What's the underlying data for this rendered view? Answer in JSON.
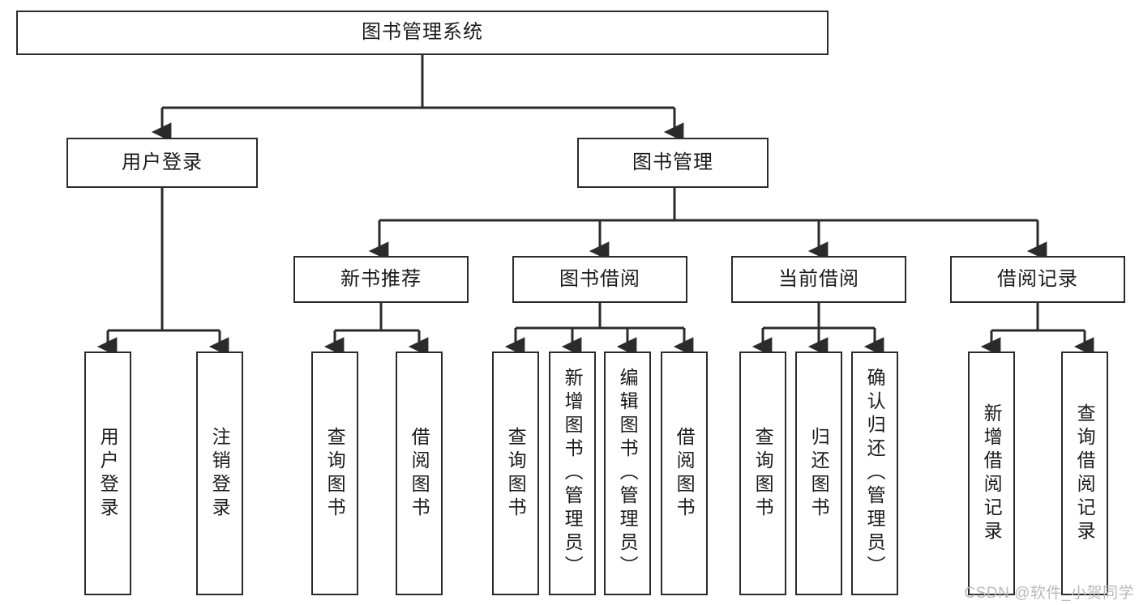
{
  "diagram": {
    "title": "图书管理系统",
    "type": "hierarchy-tree",
    "colors": {
      "stroke": "#2b2b2b",
      "fill": "#ffffff",
      "text": "#1a1a1a",
      "watermark": "#b9b9b9"
    },
    "levels": {
      "root": {
        "label": "图书管理系统"
      },
      "level2": [
        {
          "label": "用户登录"
        },
        {
          "label": "图书管理"
        }
      ],
      "level3": [
        {
          "label": "新书推荐"
        },
        {
          "label": "图书借阅"
        },
        {
          "label": "当前借阅"
        },
        {
          "label": "借阅记录"
        }
      ],
      "leaves": [
        {
          "label": "用户登录",
          "parent": "用户登录"
        },
        {
          "label": "注销登录",
          "parent": "用户登录"
        },
        {
          "label": "查询图书",
          "parent": "新书推荐"
        },
        {
          "label": "借阅图书",
          "parent": "新书推荐"
        },
        {
          "label": "查询图书",
          "parent": "图书借阅"
        },
        {
          "label": "新增图书（管理员）",
          "parent": "图书借阅"
        },
        {
          "label": "编辑图书（管理员）",
          "parent": "图书借阅"
        },
        {
          "label": "借阅图书",
          "parent": "图书借阅"
        },
        {
          "label": "查询图书",
          "parent": "当前借阅"
        },
        {
          "label": "归还图书",
          "parent": "当前借阅"
        },
        {
          "label": "确认归还（管理员）",
          "parent": "当前借阅"
        },
        {
          "label": "新增借阅记录",
          "parent": "借阅记录"
        },
        {
          "label": "查询借阅记录",
          "parent": "借阅记录"
        }
      ]
    },
    "watermark": "CSDN @软件_小贺同学"
  }
}
